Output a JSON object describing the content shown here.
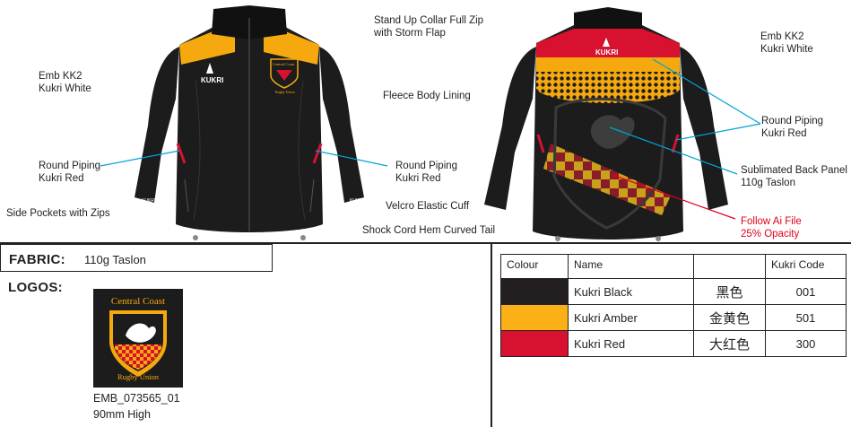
{
  "annotations": {
    "collar": [
      "Stand Up Collar Full Zip",
      "with Storm Flap"
    ],
    "emb_front": [
      "Emb KK2",
      "Kukri White"
    ],
    "fleece": "Fleece Body Lining",
    "piping_left": [
      "Round Piping",
      "Kukri Red"
    ],
    "piping_mid": [
      "Round Piping",
      "Kukri Red"
    ],
    "pockets": "Side Pockets with Zips",
    "cuff": "Velcro Elastic Cuff",
    "hem": "Shock Cord Hem Curved Tail",
    "emb_back": [
      "Emb KK2",
      "Kukri White"
    ],
    "piping_back": [
      "Round Piping",
      "Kukri Red"
    ],
    "back_panel": [
      "Sublimated Back Panel",
      "110g Taslon"
    ],
    "follow_ai": [
      "Follow Ai File",
      "25% Opacity"
    ]
  },
  "brand_front": "KUKRI",
  "brand_back": "KUKRI",
  "crest_small": [
    "Central Coast",
    "Rugby Union"
  ],
  "fabric": {
    "label": "FABRIC:",
    "value": "110g Taslon"
  },
  "logos": {
    "label": "LOGOS:",
    "crest_top": "Central Coast",
    "crest_bottom": "Rugby Union",
    "code": "EMB_073565_01",
    "size": "90mm High"
  },
  "colour_table": {
    "headers": {
      "colour": "Colour",
      "name": "Name",
      "chinese": "",
      "code": "Kukri Code"
    },
    "rows": [
      {
        "swatch": "#231f20",
        "name": "Kukri Black",
        "chinese": "黑色",
        "code": "001"
      },
      {
        "swatch": "#fbb116",
        "name": "Kukri Amber",
        "chinese": "金黄色",
        "code": "501"
      },
      {
        "swatch": "#d7112f",
        "name": "Kukri Red",
        "chinese": "大红色",
        "code": "300"
      }
    ]
  },
  "colors": {
    "black": "#1c1c1c",
    "amber": "#f6a90f",
    "red": "#d7112f",
    "line": "#00a3d2",
    "red_line": "#e1001a"
  }
}
